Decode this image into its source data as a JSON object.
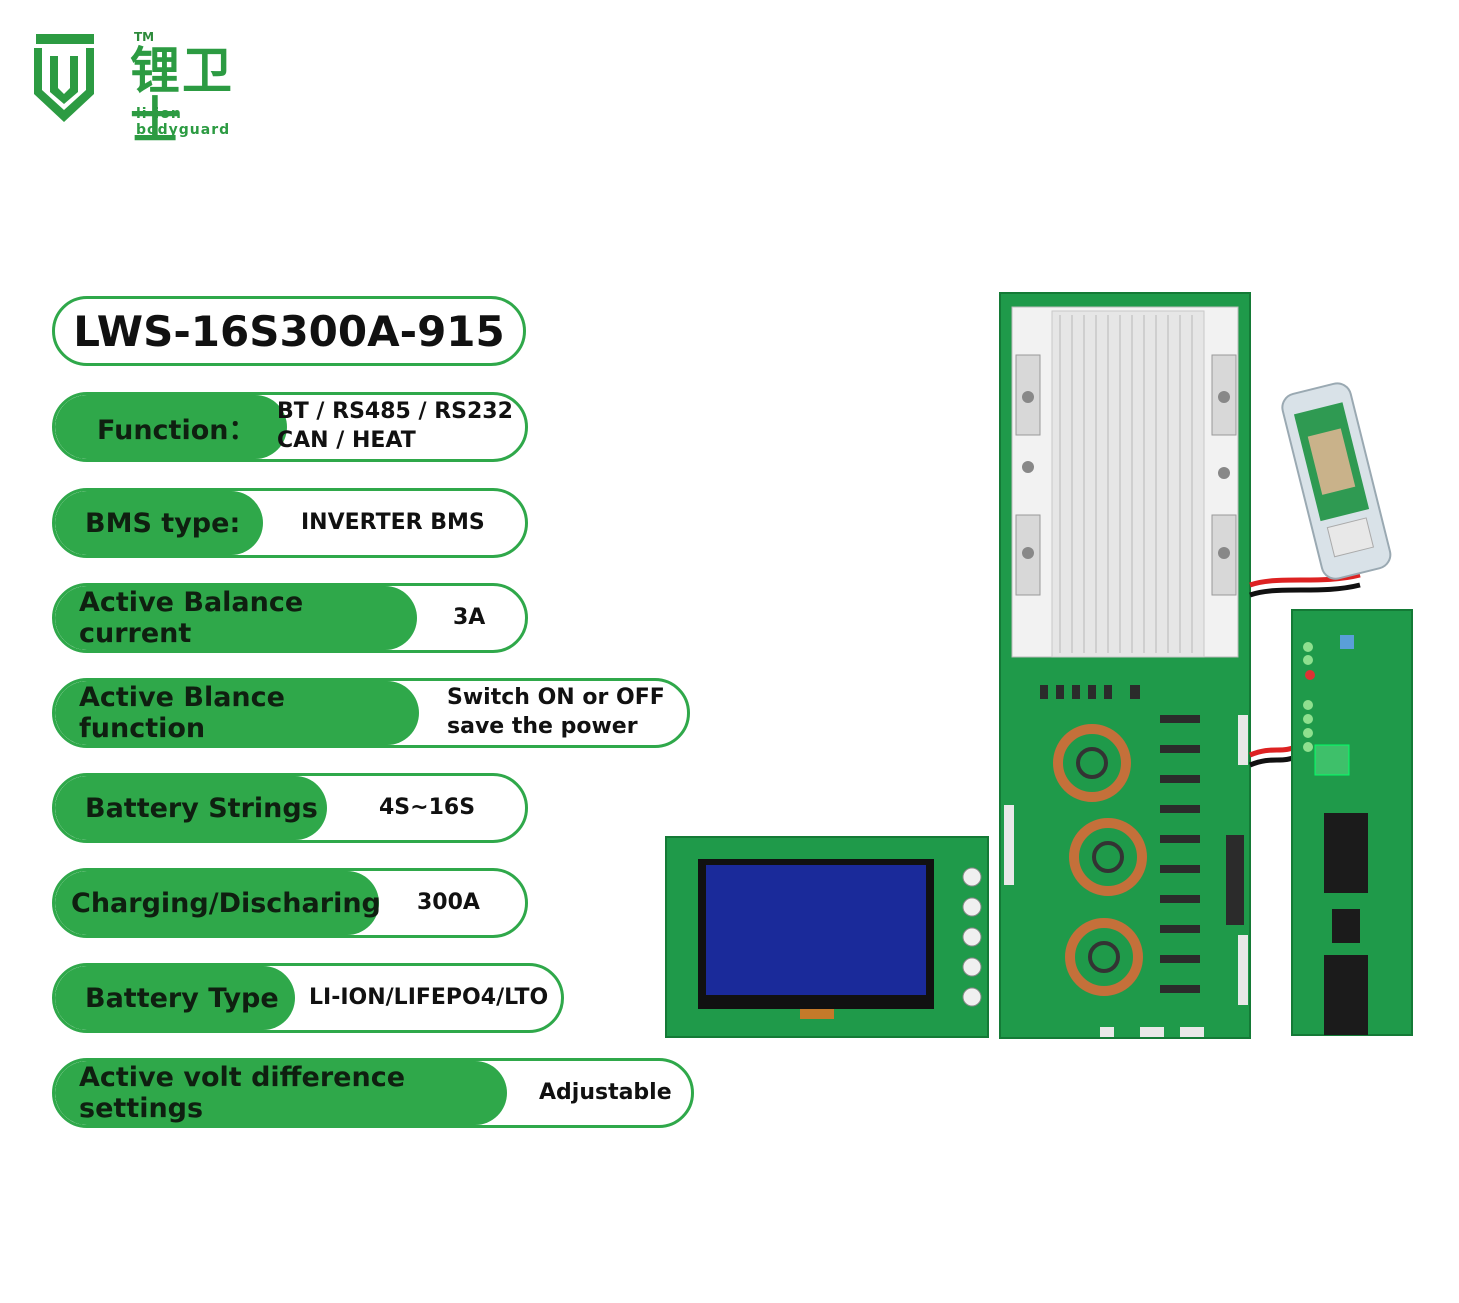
{
  "brand": {
    "trademark": "TM",
    "chinese_name": "锂卫士",
    "english_name": "li-ion bodyguard"
  },
  "model": "LWS-16S300A-915",
  "specs": {
    "function": {
      "label": "Function：",
      "line1": "BT / RS485 / RS232",
      "line2": "CAN / HEAT"
    },
    "bms_type": {
      "label": "BMS type:",
      "value": "INVERTER BMS"
    },
    "balance_current": {
      "label": "Active Balance current",
      "value": "3A"
    },
    "balance_function": {
      "label": "Active Blance function",
      "line1": "Switch ON or OFF",
      "line2": "save the power"
    },
    "strings": {
      "label": "Battery Strings",
      "value": "4S~16S"
    },
    "charging": {
      "label": "Charging/Discharing",
      "value": "300A"
    },
    "battery_type": {
      "label": "Battery Type",
      "value": "LI-ION/LIFEPO4/LTO"
    },
    "volt_diff": {
      "label": "Active volt difference settings",
      "value": "Adjustable"
    }
  },
  "colors": {
    "brand_green": "#2fa84a",
    "pcb_green": "#1f9a4a",
    "lcd_blue": "#1a2a9a"
  }
}
